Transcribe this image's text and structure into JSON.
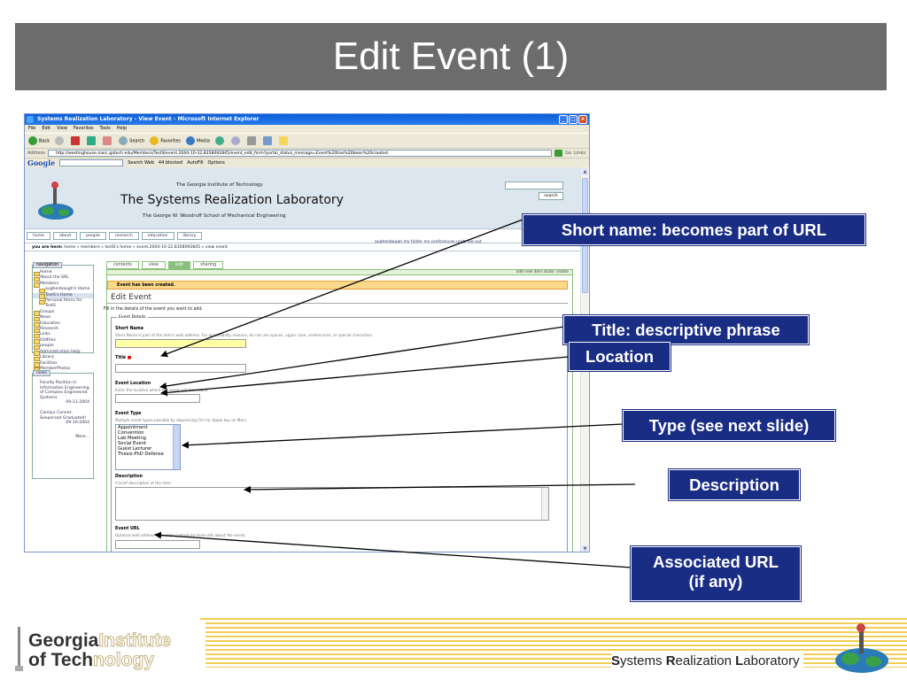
{
  "slide": {
    "title": "Edit Event (1)"
  },
  "browser": {
    "window_title": "Systems Realization Laboratory - View Event - Microsoft Internet Explorer",
    "menu": [
      "File",
      "Edit",
      "View",
      "Favorites",
      "Tools",
      "Help"
    ],
    "toolbar": {
      "back": "Back",
      "search": "Search",
      "favorites": "Favorites",
      "media": "Media"
    },
    "address_label": "Address",
    "address_url": "http://westinghouse.marc.gatech.edu/Members/TestS/event.2004-10-22.8358092845/event_edit_form?portal_status_message=Event%20has%20been%20created.",
    "go": "Go",
    "links": "Links",
    "google": {
      "logo": "Google",
      "search_web": "Search Web",
      "blocked": "44 blocked",
      "autofill": "AutoFill",
      "options": "Options"
    }
  },
  "site": {
    "institute": "The Georgia Institute of Technology",
    "lab": "The Systems Realization Laboratory",
    "school": "The George W. Woodruff School of Mechanical Engineering",
    "search_button": "search",
    "portal_tabs": [
      "home",
      "about",
      "people",
      "research",
      "education",
      "library"
    ],
    "personal_bar": "aughenbaugh  my folder  my preferences  undo  log out",
    "breadcrumb_label": "you are here:",
    "breadcrumb_path": "home » members » testS's home » event.2004-10-22.8358092845 » view event"
  },
  "nav": {
    "header": "navigation",
    "items": [
      "Home",
      "About the SRL",
      "Members",
      "aughenbaugh's Home",
      "TestS's Home",
      "Personal Items for TestS",
      "Groups",
      "News",
      "Education",
      "Research",
      "Links",
      "OldFiles",
      "people",
      "Administration Help",
      "Library",
      "Facilities",
      "MemberPhotos"
    ]
  },
  "news": {
    "header": "news",
    "items": [
      {
        "title": "Faculty Position in Information Engineering of Complex Engineered Systems",
        "date": "09-11-2004"
      },
      {
        "title": "Carolyn Conner-Seepersad Graduated!",
        "date": "09-10-2004"
      }
    ],
    "more": "More..."
  },
  "content": {
    "tabs": [
      "contents",
      "view",
      "edit",
      "sharing"
    ],
    "active_tab": "edit",
    "action_bar": "add new item  state: visible",
    "message": "Event has been created.",
    "heading": "Edit Event",
    "instructions": "Fill in the details of the event you want to add.",
    "legend": "Event Details",
    "short_name": {
      "label": "Short Name",
      "help": "Short Name is part of the item's web address. For accessibility reasons, do not use spaces, upper case, underscores, or special characters."
    },
    "title": {
      "label": "Title",
      "required_mark": "■"
    },
    "location": {
      "label": "Event Location",
      "help": "Enter the location where the event will take place."
    },
    "type": {
      "label": "Event Type",
      "help": "Multiple event types possible by depressing Ctrl (or Apple key on Mac).",
      "options": [
        "Appointment",
        "Convention",
        "Lab Meeting",
        "Social Event",
        "Guest Lecturer",
        "Thesis-PhD Defense"
      ]
    },
    "description": {
      "label": "Description",
      "help": "A brief description of the item."
    },
    "url": {
      "label": "Event URL",
      "help": "Optional web address of a page containing more info about the event."
    }
  },
  "callouts": {
    "short_name": "Short name: becomes part of URL",
    "title": "Title: descriptive phrase",
    "location": "Location",
    "type": "Type (see next slide)",
    "description": "Description",
    "url_line1": "Associated URL",
    "url_line2": "(if any)"
  },
  "footer": {
    "gt_line1a": "Georgia",
    "gt_line1b": "Institute",
    "gt_line2a": "of Tech",
    "gt_line2b": "nology",
    "srl_s": "S",
    "srl_ystems": "ystems ",
    "srl_r": "R",
    "srl_ealization": "ealization ",
    "srl_l": "L",
    "srl_aboratory": "aboratory"
  },
  "colors": {
    "callout_bg": "#1a2d85",
    "title_bar": "#6c6c6c",
    "footer_stripe": "#f2ce54"
  }
}
